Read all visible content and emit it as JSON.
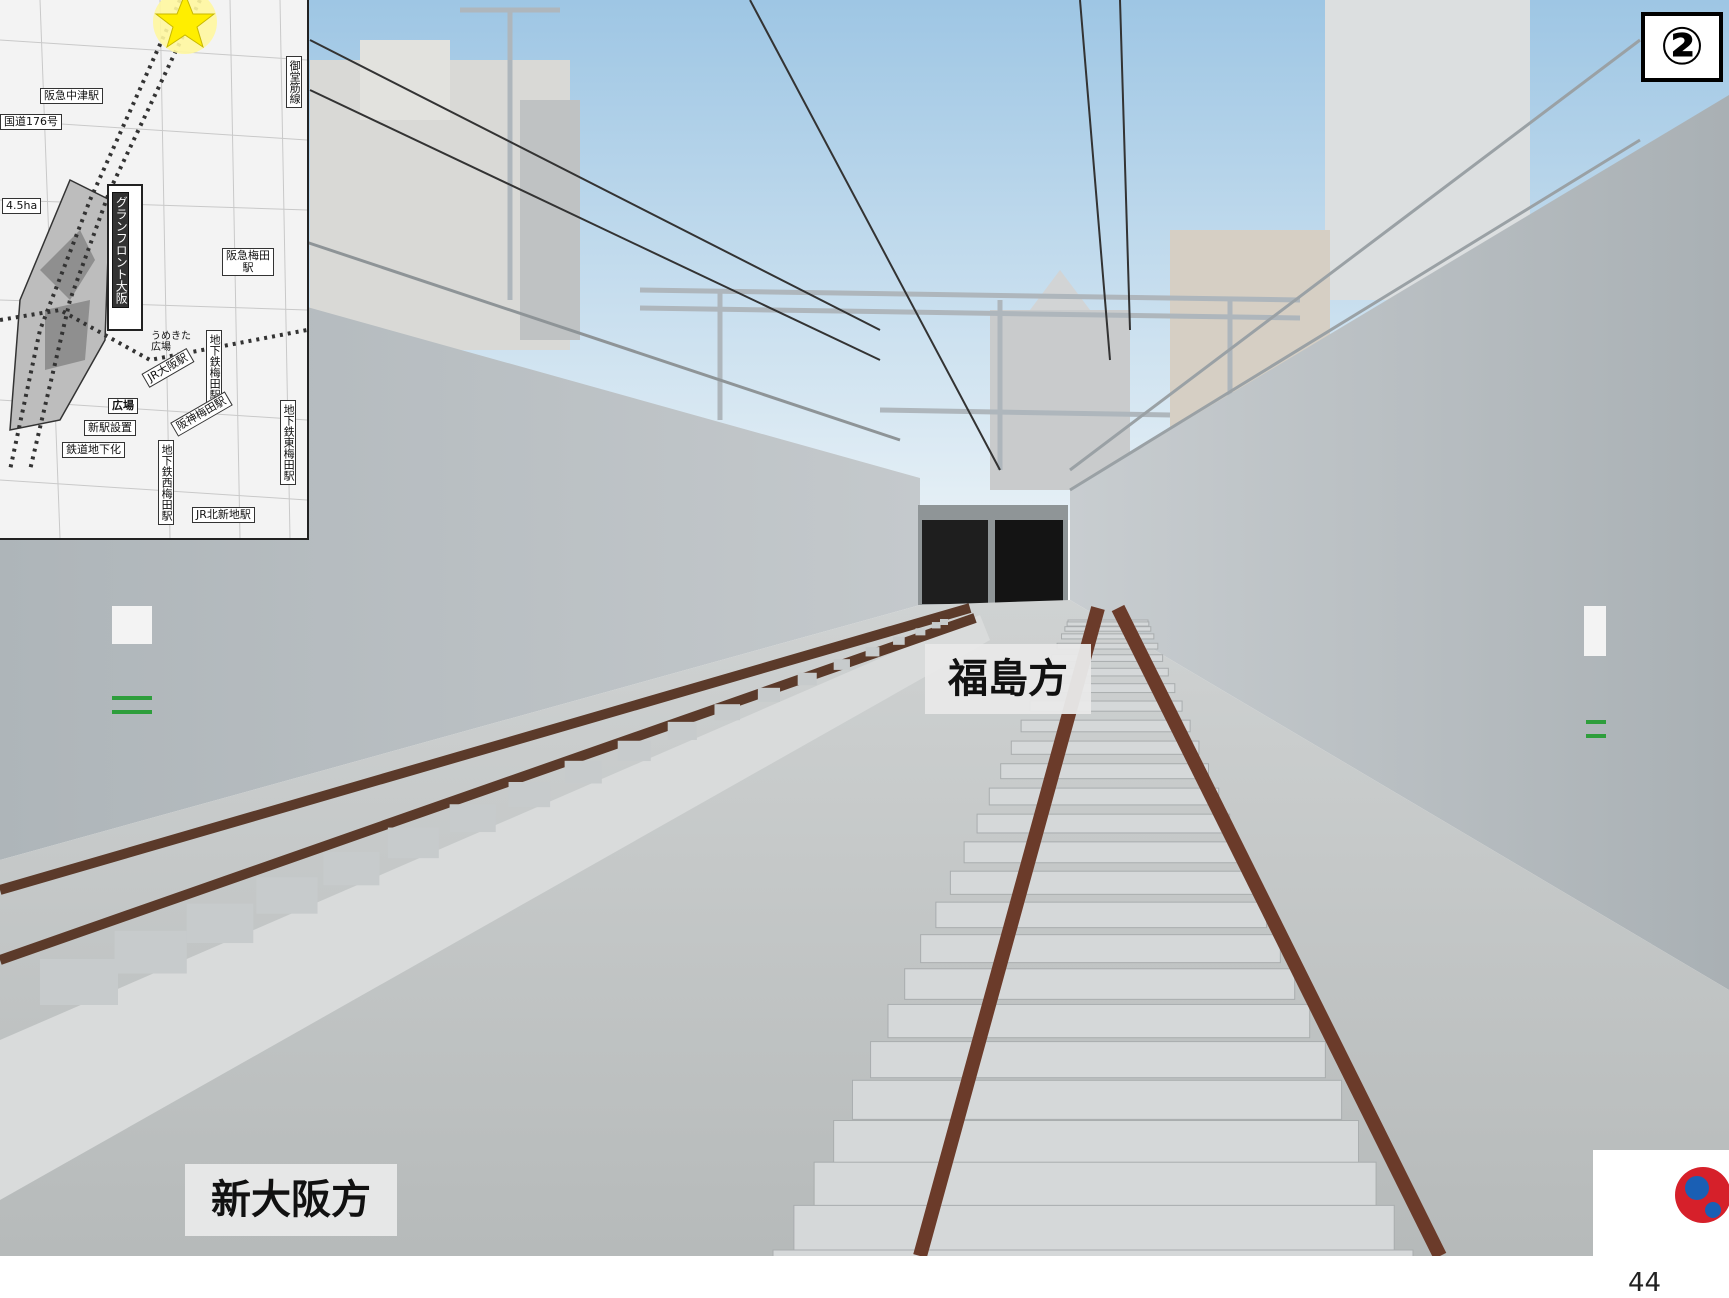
{
  "map": {
    "labels": {
      "hankyu_nakatsu": "阪急中津駅",
      "route176": "国道176号",
      "area": "4.5ha",
      "grand_front": "グランフロント大阪",
      "hankyu_umeda": "阪急梅田駅",
      "subway_umeda": "地下鉄梅田駅",
      "umekita_plaza": "うめきた広場",
      "jr_osaka": "JR大阪駅",
      "plaza": "広場",
      "hanshin_umeda": "阪神梅田駅",
      "new_station": "新駅設置",
      "underground": "鉄道地下化",
      "subway_nishiumeda": "地下鉄西梅田駅",
      "jr_kitashinchi": "JR北新地駅",
      "subway_higashiumeda": "地下鉄東梅田駅",
      "subway_line": "御堂筋線"
    }
  },
  "photo": {
    "caption_far": "福島方",
    "caption_near": "新大阪方"
  },
  "slide_number": "②",
  "page_number": "44",
  "colors": {
    "sky": "#cfe3f1",
    "concrete": "#b7bdc1",
    "rail": "#6b3b2a",
    "star": "#ffee00"
  }
}
